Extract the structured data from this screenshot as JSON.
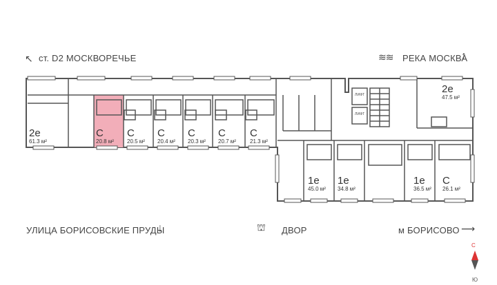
{
  "orientation": {
    "top_left": "ст. D2 МОСКВОРЕЧЬЕ",
    "top_right": "РЕКА МОСКВА",
    "bottom_left": "УЛИЦА БОРИСОВСКИЕ ПРУДЫ",
    "bottom_center": "ДВОР",
    "bottom_right": "м БОРИСОВО"
  },
  "compass": {
    "north": "С",
    "south": "Ю"
  },
  "lift_labels": [
    "ЛИФТ",
    "ЛИФТ"
  ],
  "accent_color": "#f2aeb9",
  "apartments": [
    {
      "id": "a1",
      "type": "2е",
      "area": "61.3 м²",
      "selected": false
    },
    {
      "id": "a2",
      "type": "С",
      "area": "20.8 м²",
      "selected": true
    },
    {
      "id": "a3",
      "type": "С",
      "area": "20.5 м²",
      "selected": false
    },
    {
      "id": "a4",
      "type": "С",
      "area": "20.4 м²",
      "selected": false
    },
    {
      "id": "a5",
      "type": "С",
      "area": "20.3 м²",
      "selected": false
    },
    {
      "id": "a6",
      "type": "С",
      "area": "20.7 м²",
      "selected": false
    },
    {
      "id": "a7",
      "type": "С",
      "area": "21.3 м²",
      "selected": false
    },
    {
      "id": "a8",
      "type": "1е",
      "area": "45.0 м²",
      "selected": false
    },
    {
      "id": "a9",
      "type": "1е",
      "area": "34.8 м²",
      "selected": false
    },
    {
      "id": "a10",
      "type": "1е",
      "area": "36.5 м²",
      "selected": false
    },
    {
      "id": "a11",
      "type": "С",
      "area": "26.1 м²",
      "selected": false
    },
    {
      "id": "a12",
      "type": "2е",
      "area": "47.5 м²",
      "selected": false
    }
  ]
}
